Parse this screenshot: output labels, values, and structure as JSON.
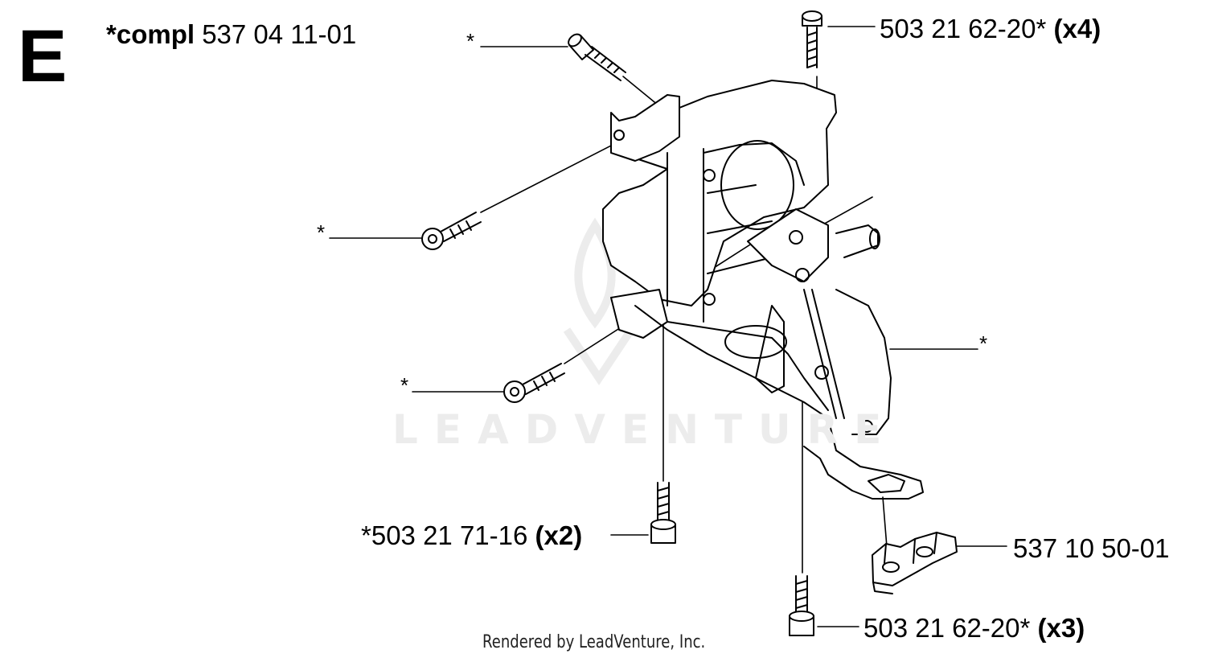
{
  "section_letter": "E",
  "assembly": {
    "prefix": "*compl",
    "number": "537 04 11-01"
  },
  "callouts": [
    {
      "id": "screw-top-left",
      "text": "*"
    },
    {
      "id": "screw-top-right",
      "text": "503 21 62-20*",
      "qty": "(x4)"
    },
    {
      "id": "screw-upper-left",
      "text": "*"
    },
    {
      "id": "screw-mid-left",
      "text": "*"
    },
    {
      "id": "housing-right",
      "text": "*"
    },
    {
      "id": "screw-bottom-left",
      "text": "*503 21 71-16",
      "qty": "(x2)"
    },
    {
      "id": "clip-right",
      "text": "537 10 50-01"
    },
    {
      "id": "screw-bottom-center",
      "text": "503 21 62-20*",
      "qty": "(x3)"
    }
  ],
  "watermark": "LEADVENTURE",
  "credit": "Rendered by LeadVenture, Inc.",
  "colors": {
    "ink": "#000000",
    "watermark": "#ececec",
    "background": "#ffffff"
  }
}
